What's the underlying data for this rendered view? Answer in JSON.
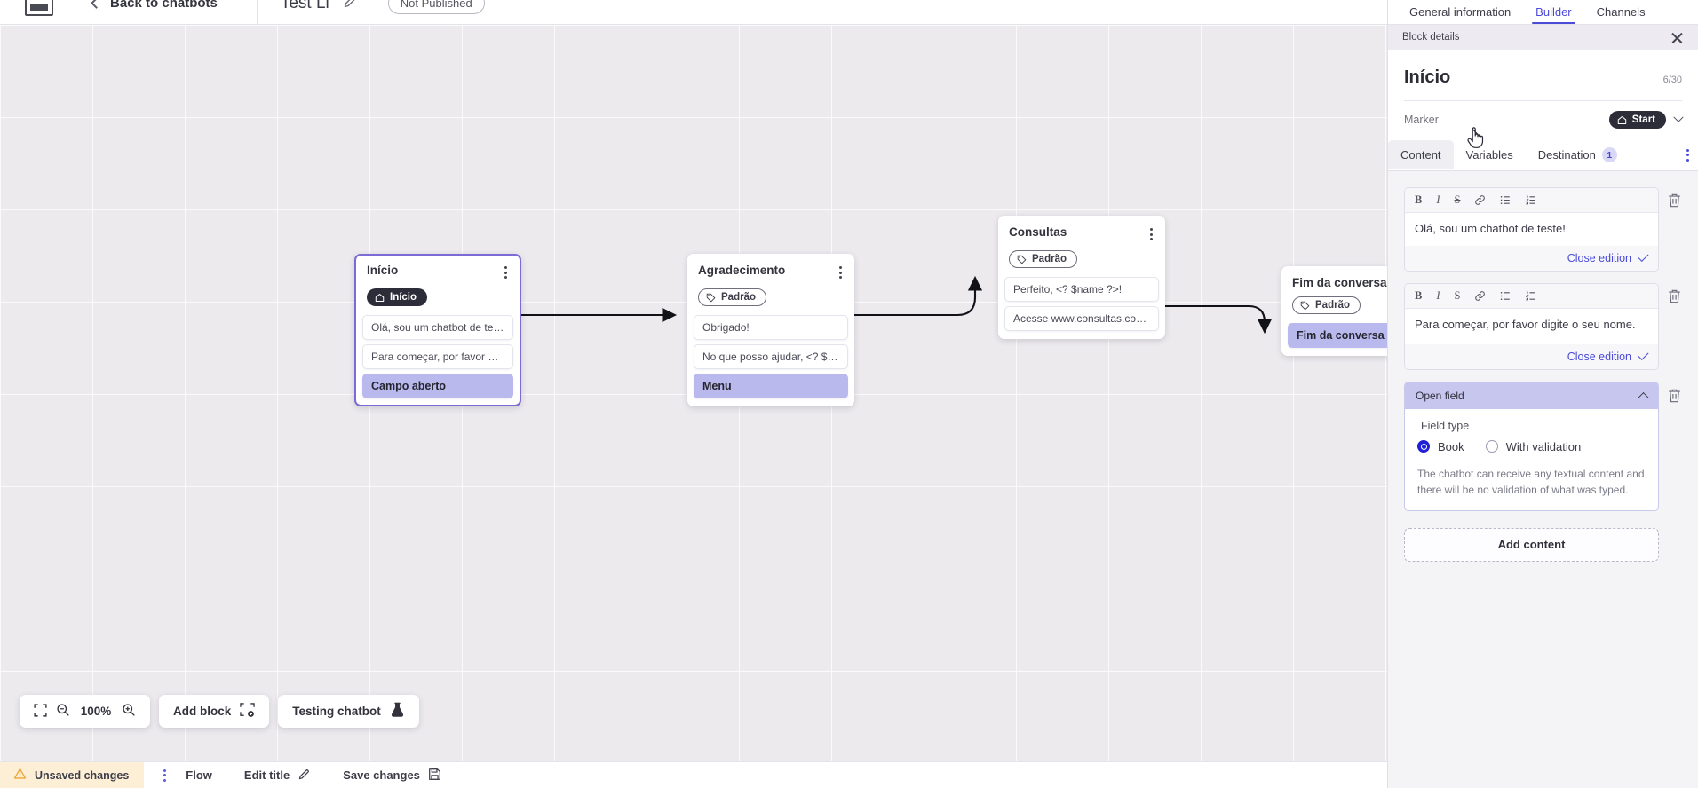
{
  "topbar": {
    "logo_name": "app-logo",
    "back_label": "Back to chatbots",
    "bot_title": "Test Li",
    "edit_icon": "pencil-icon",
    "publish_badge": "Not Published"
  },
  "canvas": {
    "nodes": [
      {
        "id": "inicio",
        "title": "Início",
        "tag": {
          "label": "Início",
          "icon": "home-icon",
          "style": "start"
        },
        "selected": true,
        "items": [
          {
            "text": "Olá, sou um chatbot de teste!",
            "accent": false
          },
          {
            "text": "Para começar, por favor digite o ...",
            "accent": false
          },
          {
            "text": "Campo aberto",
            "accent": true
          }
        ]
      },
      {
        "id": "agradecimento",
        "title": "Agradecimento",
        "tag": {
          "label": "Padrão",
          "icon": "tag-icon",
          "style": "default"
        },
        "selected": false,
        "items": [
          {
            "text": "Obrigado!",
            "accent": false
          },
          {
            "text": "No que posso ajudar, <? $name ...",
            "accent": false
          },
          {
            "text": "Menu",
            "accent": true
          }
        ]
      },
      {
        "id": "consultas",
        "title": "Consultas",
        "tag": {
          "label": "Padrão",
          "icon": "tag-icon",
          "style": "default"
        },
        "selected": false,
        "items": [
          {
            "text": "Perfeito, <? $name ?>!",
            "accent": false
          },
          {
            "text": "Acesse www.consultas.com par...",
            "accent": false
          }
        ]
      },
      {
        "id": "fim",
        "title": "Fim da conversa",
        "tag": {
          "label": "Padrão",
          "icon": "tag-icon",
          "style": "default"
        },
        "selected": false,
        "items": [
          {
            "text": "Fim da conversa",
            "accent": true
          }
        ]
      }
    ],
    "toolbar": {
      "fit_icon": "fit-screen-icon",
      "zoom_out_icon": "zoom-out-icon",
      "zoom_level": "100%",
      "zoom_in_icon": "zoom-in-icon",
      "add_block_label": "Add block",
      "add_block_icon": "add-block-icon",
      "testing_label": "Testing chatbot",
      "testing_icon": "flask-icon"
    }
  },
  "statusbar": {
    "unsaved_label": "Unsaved changes",
    "warning_icon": "warning-triangle-icon",
    "kebab_icon": "more-vertical-icon",
    "flow_label": "Flow",
    "edit_title_label": "Edit title",
    "edit_title_icon": "pencil-icon",
    "save_label": "Save changes",
    "save_icon": "save-disk-icon"
  },
  "panel": {
    "tabs": [
      {
        "label": "General information",
        "active": false
      },
      {
        "label": "Builder",
        "active": true
      },
      {
        "label": "Channels",
        "active": false
      }
    ],
    "block_details_label": "Block details",
    "close_icon": "close-icon",
    "block_title": "Início",
    "char_count": "6/30",
    "marker_label": "Marker",
    "marker_value": "Start",
    "marker_icon": "home-icon",
    "marker_chevron": "chevron-down-icon",
    "content_tabs": [
      {
        "label": "Content",
        "active": true,
        "badge": null
      },
      {
        "label": "Variables",
        "active": false,
        "badge": null
      },
      {
        "label": "Destination",
        "active": false,
        "badge": "1"
      }
    ],
    "overflow_icon": "more-vertical-icon",
    "editor_toolbar": [
      "B",
      "I",
      "S",
      "link-icon",
      "bullet-list-icon",
      "numbered-list-icon"
    ],
    "cards": [
      {
        "type": "rich-text",
        "text": "Olá, sou um chatbot de teste!",
        "close_label": "Close edition",
        "delete_icon": "trash-icon"
      },
      {
        "type": "rich-text",
        "text": "Para começar, por favor digite o seu nome.",
        "close_label": "Close edition",
        "delete_icon": "trash-icon"
      }
    ],
    "open_field": {
      "header": "Open field",
      "collapse_icon": "chevron-up-icon",
      "delete_icon": "trash-icon",
      "field_type_label": "Field type",
      "options": [
        {
          "label": "Book",
          "selected": true
        },
        {
          "label": "With validation",
          "selected": false
        }
      ],
      "description": "The chatbot can receive any textual content and there will be no validation of what was typed."
    },
    "add_content_label": "Add content"
  },
  "colors": {
    "accent": "#4b4bd8",
    "node_accent": "#b9b9ee",
    "selected_border": "#7b6bd6",
    "warning_bg": "#fdefd6",
    "canvas_bg": "#eceaed"
  }
}
